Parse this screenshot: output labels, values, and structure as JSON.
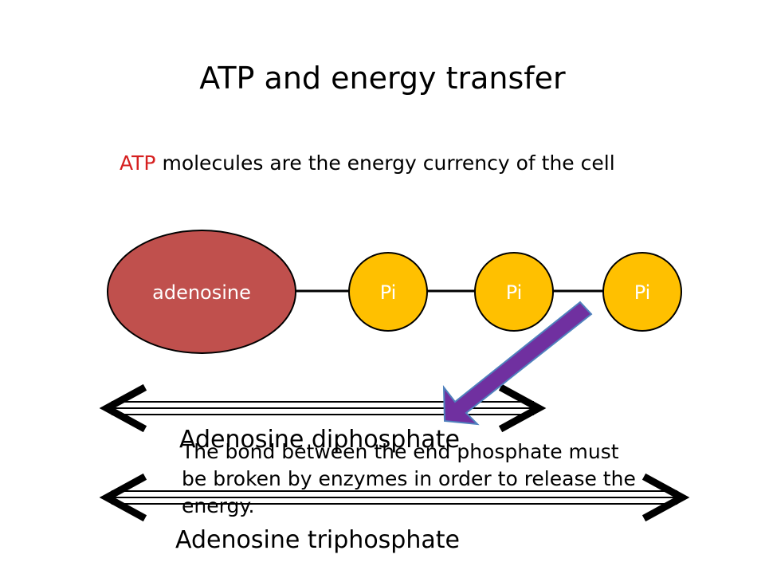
{
  "title": "ATP and energy transfer",
  "intro": {
    "highlight": "ATP",
    "rest": " molecules are the energy currency of the cell"
  },
  "molecule": {
    "adenosine_label": "adenosine",
    "phosphate_labels": [
      "Pi",
      "Pi",
      "Pi"
    ]
  },
  "note": "The bond between the end phosphate must be broken by enzymes in order to release the energy.",
  "ranges": {
    "adp_label": "Adenosine diphosphate",
    "atp_label": "Adenosine triphosphate"
  },
  "colors": {
    "adenosine_fill": "#c0504d",
    "phosphate_fill": "#ffc000",
    "arrow_fill": "#7030a0",
    "arrow_stroke": "#4f81bd",
    "highlight_text": "#d62020"
  }
}
